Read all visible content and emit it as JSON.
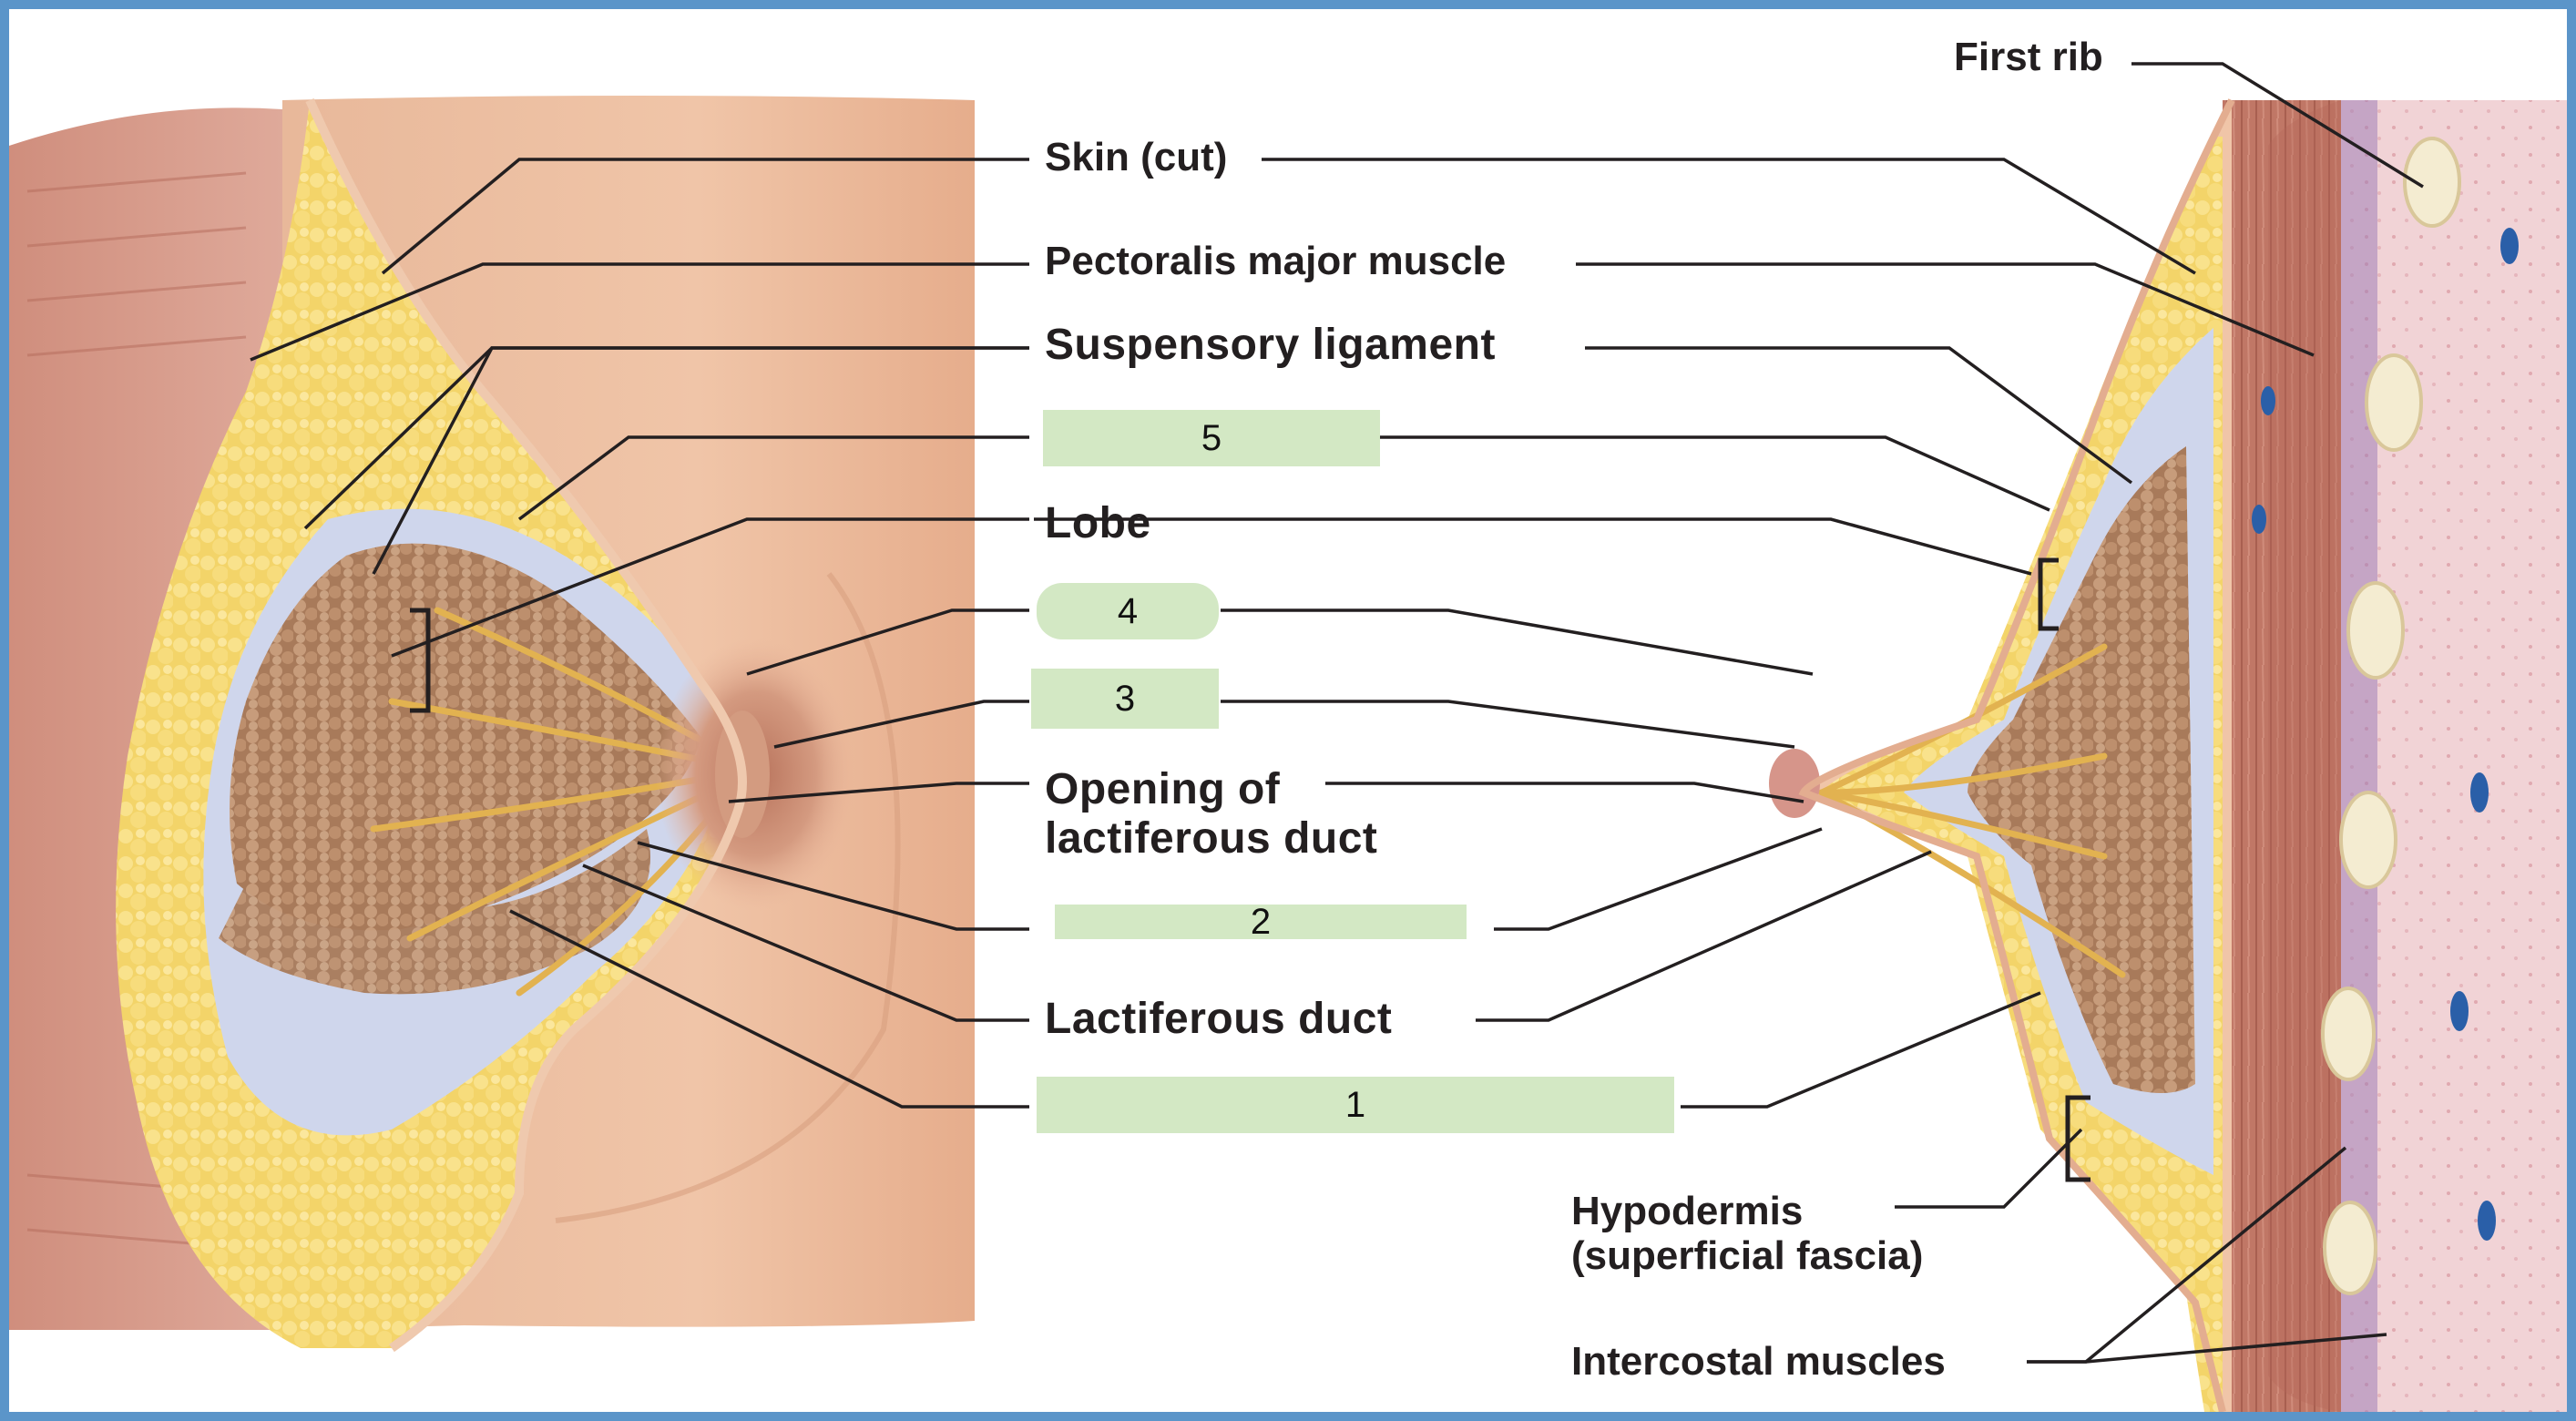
{
  "labels": {
    "first_rib": "First rib",
    "skin_cut": "Skin (cut)",
    "pectoralis_major": "Pectoralis major muscle",
    "suspensory_ligament": "Suspensory ligament",
    "lobe": "Lobe",
    "opening_line1": "Opening of",
    "opening_line2": "lactiferous duct",
    "lactiferous_duct": "Lactiferous duct",
    "hypodermis_line1": "Hypodermis",
    "hypodermis_line2": "(superficial fascia)",
    "intercostal_muscles": "Intercostal muscles"
  },
  "answer_boxes": [
    {
      "number": "5"
    },
    {
      "number": "4"
    },
    {
      "number": "3"
    },
    {
      "number": "2"
    },
    {
      "number": "1"
    }
  ],
  "colors": {
    "frame": "#5b95c9",
    "box_fill": "#d3e8c4",
    "skin": "#f0c4a6",
    "adipose": "#f5d874",
    "lobule": "#b38766",
    "duct": "#e0b14e",
    "muscle": "#c27b6c",
    "rib": "#f3ebcf"
  }
}
